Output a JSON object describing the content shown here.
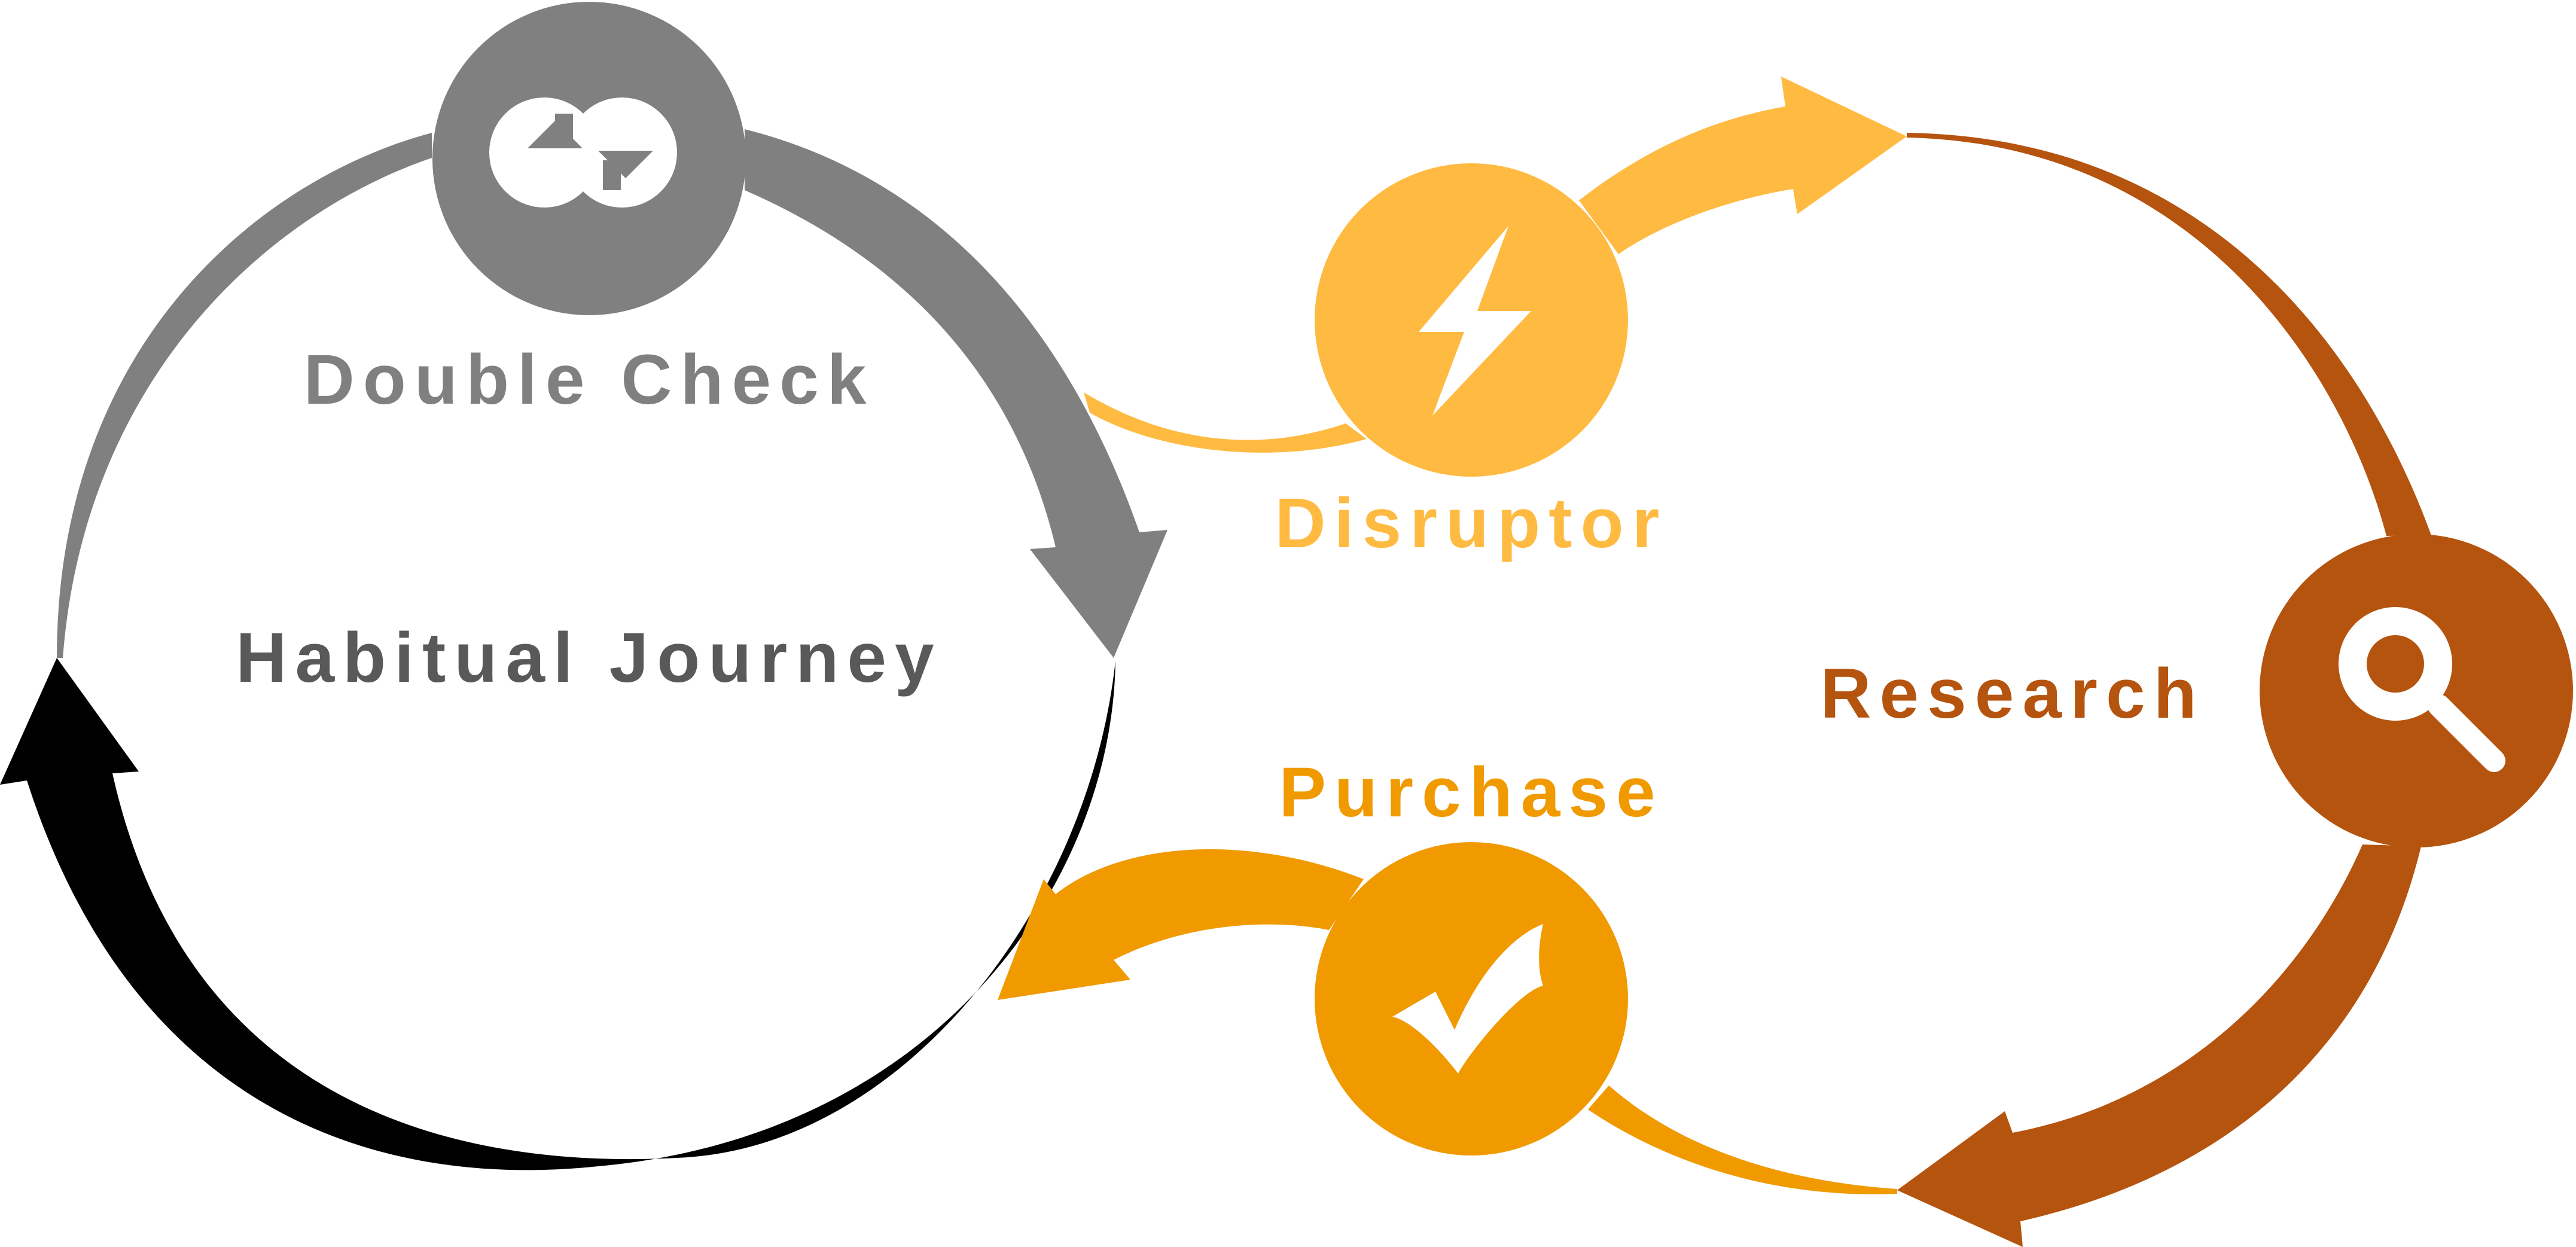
{
  "labels": {
    "double_check": "Double Check",
    "habitual_journey": "Habitual Journey",
    "disruptor": "Disruptor",
    "research": "Research",
    "purchase": "Purchase"
  },
  "icons": {
    "double_check": "refresh-arrows-icon",
    "disruptor": "lightning-bolt-icon",
    "research": "magnifier-icon",
    "purchase": "checkmark-icon"
  },
  "colors": {
    "double_check": "#808080",
    "habitual_journey_text": "#595959",
    "habitual_arrow": "#000000",
    "disruptor": "#FFBA41",
    "research": "#B5540F",
    "purchase": "#F09A00"
  }
}
